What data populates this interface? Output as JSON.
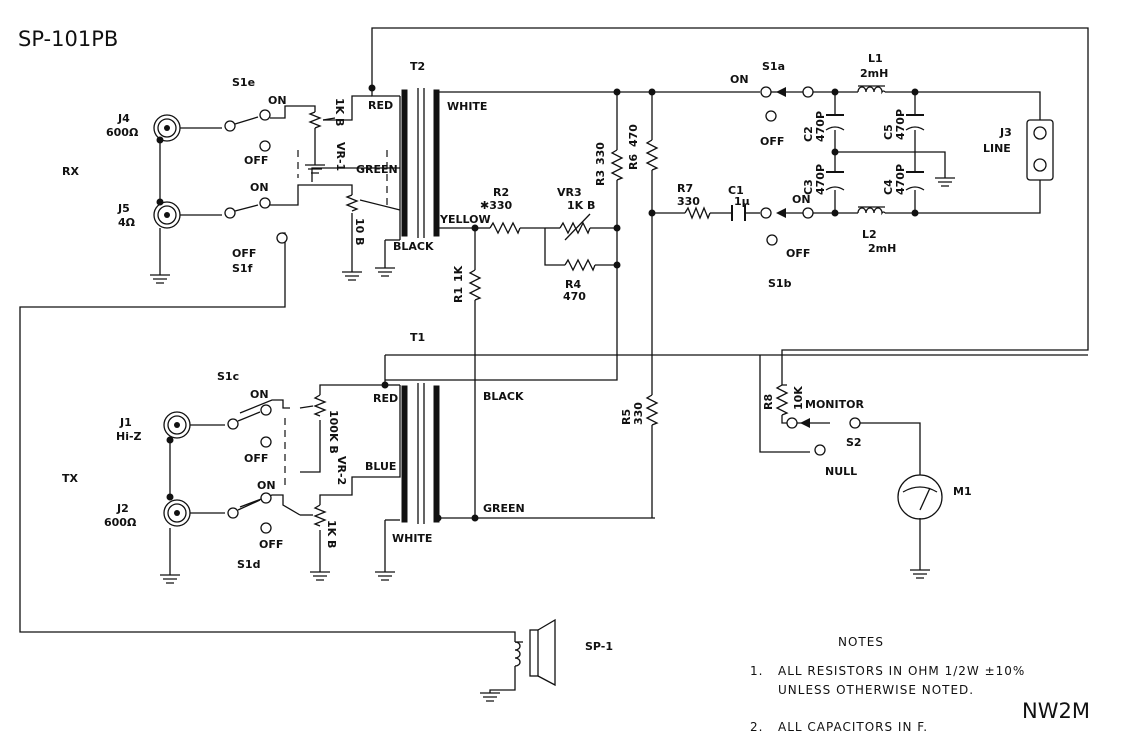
{
  "title": "SP-101PB",
  "signature": "NW2M",
  "sections": {
    "rx": "RX",
    "tx": "TX"
  },
  "connectors": [
    {
      "ref": "J4",
      "value": "600Ω"
    },
    {
      "ref": "J5",
      "value": "4Ω"
    },
    {
      "ref": "J1",
      "value": "Hi‑Z"
    },
    {
      "ref": "J2",
      "value": "600Ω"
    },
    {
      "ref": "J3",
      "value": "LINE"
    }
  ],
  "switch_sections": [
    "S1e",
    "S1f",
    "S1c",
    "S1d",
    "S1a",
    "S1b"
  ],
  "switch_states": {
    "on": "ON",
    "off": "OFF"
  },
  "transformers": [
    {
      "ref": "T2",
      "leads": [
        "RED",
        "GREEN",
        "BLACK",
        "WHITE",
        "YELLOW"
      ]
    },
    {
      "ref": "T1",
      "leads": [
        "RED",
        "BLUE",
        "WHITE",
        "BLACK",
        "GREEN"
      ]
    }
  ],
  "controls": [
    {
      "ref": "VR-1",
      "value": "1K B"
    },
    {
      "ref": "VR-1 (2nd)",
      "value": "10 B"
    },
    {
      "ref": "VR-2",
      "value": "100K B"
    },
    {
      "ref": "VR-2 (2nd)",
      "value": "1K B"
    },
    {
      "ref": "VR3",
      "value": "1K B"
    }
  ],
  "resistors": [
    {
      "ref": "R1",
      "value": "1K"
    },
    {
      "ref": "R2",
      "value": "✱330"
    },
    {
      "ref": "R3",
      "value": "330"
    },
    {
      "ref": "R4",
      "value": "470"
    },
    {
      "ref": "R5",
      "value": "330"
    },
    {
      "ref": "R6",
      "value": "470"
    },
    {
      "ref": "R7",
      "value": "330"
    },
    {
      "ref": "R8",
      "value": "10K"
    }
  ],
  "capacitors": [
    {
      "ref": "C1",
      "value": "1µ"
    },
    {
      "ref": "C2",
      "value": "470P"
    },
    {
      "ref": "C3",
      "value": "470P"
    },
    {
      "ref": "C4",
      "value": "470P"
    },
    {
      "ref": "C5",
      "value": "470P"
    }
  ],
  "inductors": [
    {
      "ref": "L1",
      "value": "2mH"
    },
    {
      "ref": "L2",
      "value": "2mH"
    }
  ],
  "meter": {
    "ref": "M1"
  },
  "meter_switch": {
    "ref": "S2",
    "monitor": "MONITOR",
    "null": "NULL"
  },
  "speaker": {
    "ref": "SP-1"
  },
  "notes": {
    "heading": "NOTES",
    "items": [
      {
        "num": "1.",
        "lines": [
          "ALL   RESISTORS  IN  OHM   1/2W  ±10%",
          "UNLESS   OTHERWISE  NOTED."
        ]
      },
      {
        "num": "2.",
        "lines": [
          "ALL   CAPACITORS  IN  F."
        ]
      }
    ]
  }
}
